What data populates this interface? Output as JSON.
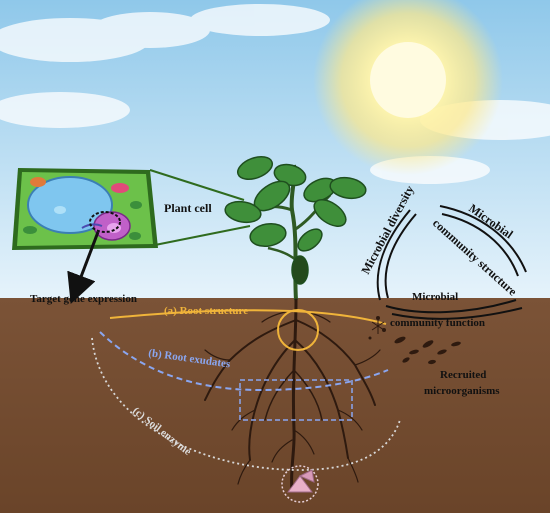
{
  "labels": {
    "plant_cell": "Plant cell",
    "target_gene": "Target gene expression",
    "root_structure": "(a) Root structure",
    "root_exudates": "(b) Root exudates",
    "soil_enzyme": "(c) Soil enzyme",
    "microbial_diversity": "Microbial diversity",
    "community_structure_1": "Microbial",
    "community_structure_2": "community structure",
    "community_function_1": "Microbial",
    "community_function_2": "community function",
    "recruited_1": "Recruited",
    "recruited_2": "microorganisms"
  },
  "colors": {
    "sky_top": "#8fc8ea",
    "sky_bottom": "#dff0fa",
    "soil": "#7a5236",
    "soil_dark": "#5e3d27",
    "sun": "#fff3a0",
    "leaf": "#3f8f3a",
    "leaf_dark": "#1f4f1f",
    "root": "#2e1a0f",
    "cell_wall": "#6cc14a",
    "vacuole": "#7fc6ef",
    "nucleus": "#c060c8",
    "root_structure": "#f0b43a",
    "root_exudates": "#8aa6f0",
    "soil_enzyme": "#d8d8d8"
  },
  "icons": [
    "sun-icon",
    "plant-cell-icon",
    "plant-icon",
    "microbe-icon",
    "enzyme-icon"
  ]
}
